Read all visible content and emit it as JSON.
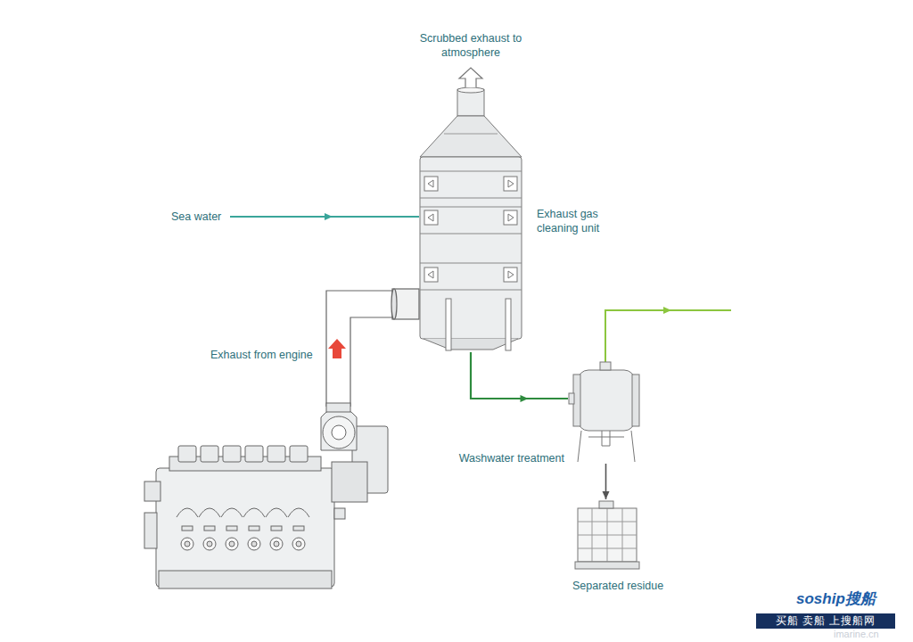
{
  "diagram": {
    "nodes": [
      {
        "text": [
          "Exhaust gas cleaning unit"
        ]
      },
      {
        "text": [
          "Washwater treatment"
        ]
      },
      {
        "text": [
          "Separated residue"
        ]
      }
    ],
    "edges": [
      {
        "from": 0,
        "to": 1,
        "arrow": "to"
      },
      {
        "from": 1,
        "to": 2,
        "arrow": "to"
      }
    ],
    "labels": [
      "Scrubbed exhaust to atmosphere",
      "Sea water",
      "Exhaust from engine",
      "soship搜船",
      "买船 卖船 上搜船网",
      "imarine.cn"
    ]
  }
}
